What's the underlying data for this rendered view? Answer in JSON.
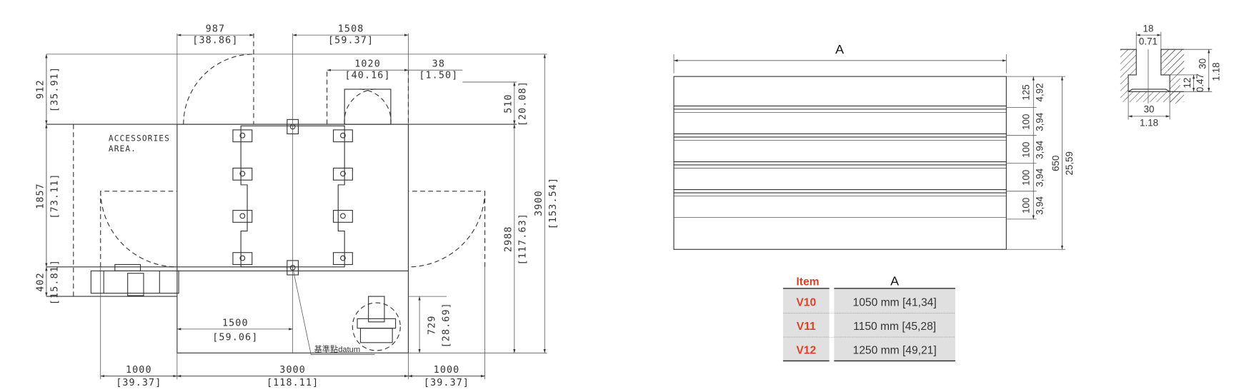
{
  "layout_drawing": {
    "top_dims": [
      {
        "mm": "987",
        "in": "[38.86]"
      },
      {
        "mm": "1508",
        "in": "[59.37]"
      },
      {
        "mm": "1020",
        "in": "[40.16]"
      },
      {
        "mm": "38",
        "in": "[1.50]"
      }
    ],
    "left_dims": [
      {
        "mm": "912",
        "in": "[35.91]"
      },
      {
        "mm": "1857",
        "in": "[73.11]"
      },
      {
        "mm": "402",
        "in": "[15.81]"
      }
    ],
    "right_dims": [
      {
        "mm": "510",
        "in": "[20.08]"
      },
      {
        "mm": "2988",
        "in": "[117.63]"
      },
      {
        "mm": "3900",
        "in": "[153.54]"
      },
      {
        "mm": "729",
        "in": "[28.69]"
      }
    ],
    "bottom_dims": [
      {
        "mm": "1500",
        "in": "[59.06]"
      },
      {
        "mm": "1000",
        "in": "[39.37]"
      },
      {
        "mm": "3000",
        "in": "[118.11]"
      },
      {
        "mm": "1000",
        "in": "[39.37]"
      }
    ],
    "accessories_label": [
      "ACCESSORIES",
      "AREA."
    ],
    "datum_label": "基準點datum"
  },
  "table_plate": {
    "width_label": "A",
    "slot_dims": [
      {
        "mm": "125",
        "in": "4,92"
      },
      {
        "mm": "100",
        "in": "3,94"
      },
      {
        "mm": "100",
        "in": "3,94"
      },
      {
        "mm": "100",
        "in": "3,94"
      },
      {
        "mm": "100",
        "in": "3,94"
      }
    ],
    "total": {
      "mm": "650",
      "in": "25,59"
    }
  },
  "slot_profile": {
    "top_width": {
      "mm": "18",
      "in": "0.71"
    },
    "bottom_width": {
      "mm": "30",
      "in": "1.18"
    },
    "depth_lower": {
      "mm": "12",
      "in": "0.47"
    },
    "depth_total": {
      "mm": "30",
      "in": "1.18"
    }
  },
  "size_table": {
    "headers": [
      "Item",
      "A"
    ],
    "rows": [
      {
        "item": "V10",
        "a": "1050 mm [41,34]"
      },
      {
        "item": "V11",
        "a": "1150 mm [45,28]"
      },
      {
        "item": "V12",
        "a": "1250 mm [49,21]"
      }
    ],
    "colors": {
      "item_text": "#d9432a",
      "cell_bg": "#e0e0e0"
    }
  }
}
